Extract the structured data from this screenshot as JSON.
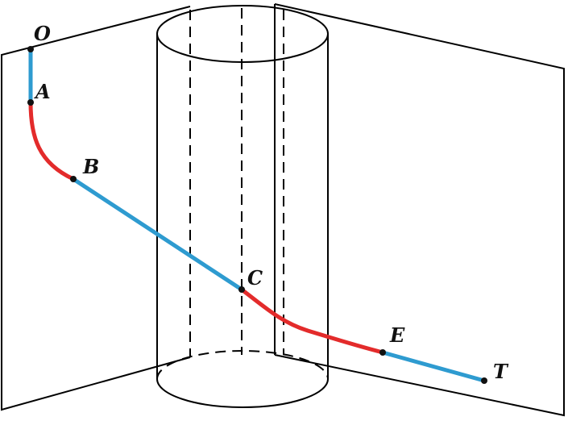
{
  "colors": {
    "straight_segment": "#2e9bd0",
    "curved_segment": "#e32b2b",
    "outline": "#000000",
    "point": "#111111"
  },
  "points": [
    {
      "id": "O",
      "label": "O"
    },
    {
      "id": "A",
      "label": "A"
    },
    {
      "id": "B",
      "label": "B"
    },
    {
      "id": "C",
      "label": "C"
    },
    {
      "id": "E",
      "label": "E"
    },
    {
      "id": "T",
      "label": "T"
    }
  ],
  "segments": [
    {
      "from": "O",
      "to": "A",
      "kind": "straight"
    },
    {
      "from": "A",
      "to": "B",
      "kind": "curved"
    },
    {
      "from": "B",
      "to": "C",
      "kind": "straight"
    },
    {
      "from": "C",
      "to": "E",
      "kind": "curved"
    },
    {
      "from": "E",
      "to": "T",
      "kind": "straight"
    }
  ]
}
